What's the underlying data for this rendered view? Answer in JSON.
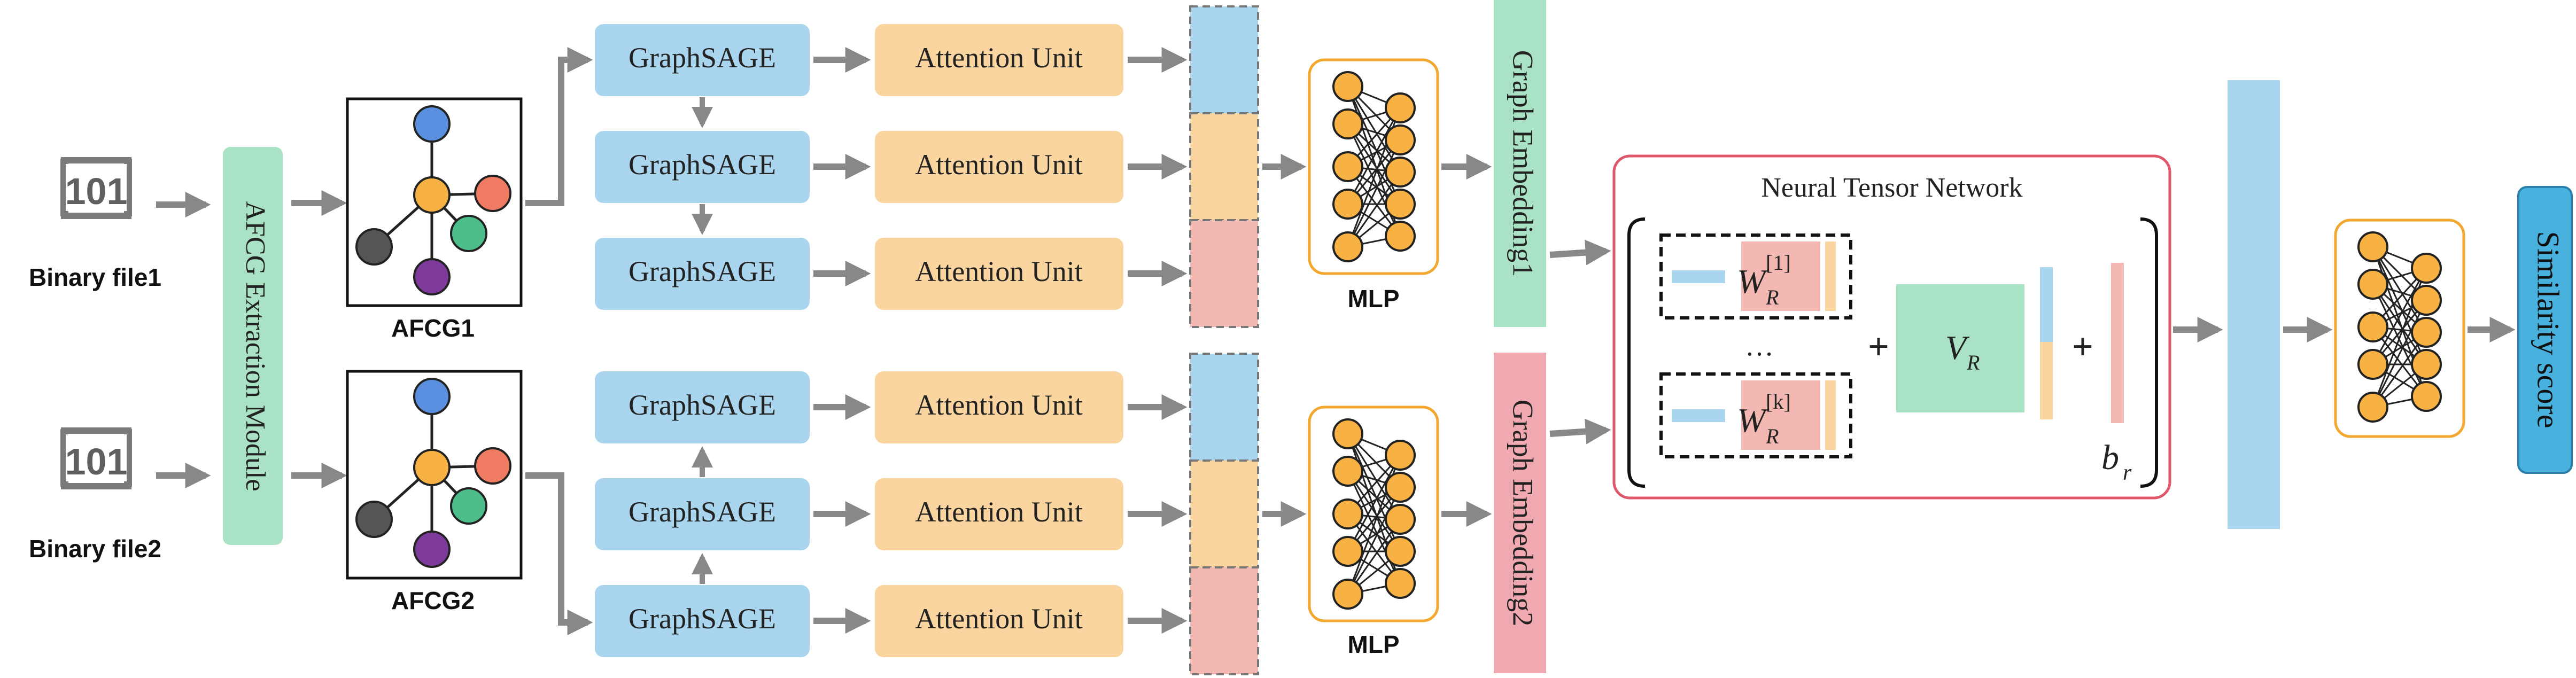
{
  "inputs": {
    "binary1_icon_text": "101",
    "binary1_label": "Binary file1",
    "binary2_icon_text": "101",
    "binary2_label": "Binary file2"
  },
  "extraction_module": "AFCG Extraction Module",
  "afcg": {
    "graph1_label": "AFCG1",
    "graph2_label": "AFCG2"
  },
  "graphsage_label": "GraphSAGE",
  "attention_label": "Attention Unit",
  "mlp_label": "MLP",
  "embeddings": {
    "emb1": "Graph Embedding1",
    "emb2": "Graph Embedding2"
  },
  "ntn": {
    "title": "Neural Tensor Network",
    "w_main": "W",
    "w_sub": "R",
    "w_sup1": "[1]",
    "w_supk": "[k]",
    "ellipsis": "…",
    "plus": "+",
    "v_main": "V",
    "v_sub": "R",
    "b_main": "b",
    "b_sub": "r"
  },
  "output": "Similarity score",
  "colors": {
    "blue": "#a9d5ee",
    "orange": "#fbd5a0",
    "pink": "#f3b8b2",
    "green": "#a9e2c4",
    "emb2_pink": "#f0a9b1",
    "similarity_blue": "#48b1dd",
    "arrow_gray": "#888888",
    "ntn_border": "#e0566b",
    "mlp_border": "#f2a72e",
    "node_orange": "#f8b244",
    "node_blue": "#5a8fe0",
    "node_red": "#ef7b63",
    "node_green": "#4dbd8a",
    "node_purple": "#7d3a9a",
    "node_gray": "#555555"
  }
}
